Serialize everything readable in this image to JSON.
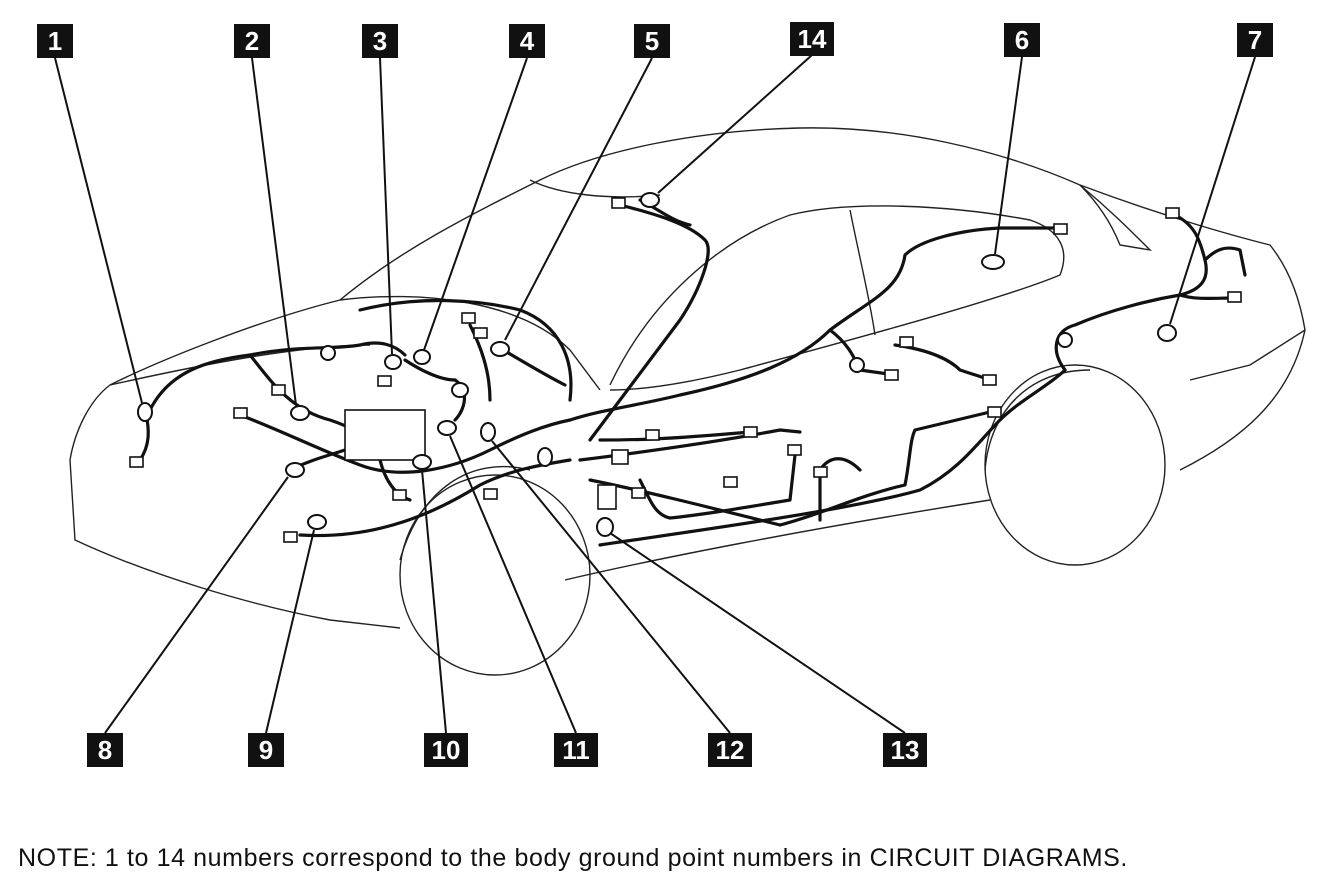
{
  "callouts": [
    {
      "id": 1,
      "label": "1"
    },
    {
      "id": 2,
      "label": "2"
    },
    {
      "id": 3,
      "label": "3"
    },
    {
      "id": 4,
      "label": "4"
    },
    {
      "id": 5,
      "label": "5"
    },
    {
      "id": 14,
      "label": "14"
    },
    {
      "id": 6,
      "label": "6"
    },
    {
      "id": 7,
      "label": "7"
    },
    {
      "id": 8,
      "label": "8"
    },
    {
      "id": 9,
      "label": "9"
    },
    {
      "id": 10,
      "label": "10"
    },
    {
      "id": 11,
      "label": "11"
    },
    {
      "id": 12,
      "label": "12"
    },
    {
      "id": 13,
      "label": "13"
    }
  ],
  "note": "NOTE: 1 to 14 numbers correspond to the body ground point numbers in CIRCUIT DIAGRAMS."
}
